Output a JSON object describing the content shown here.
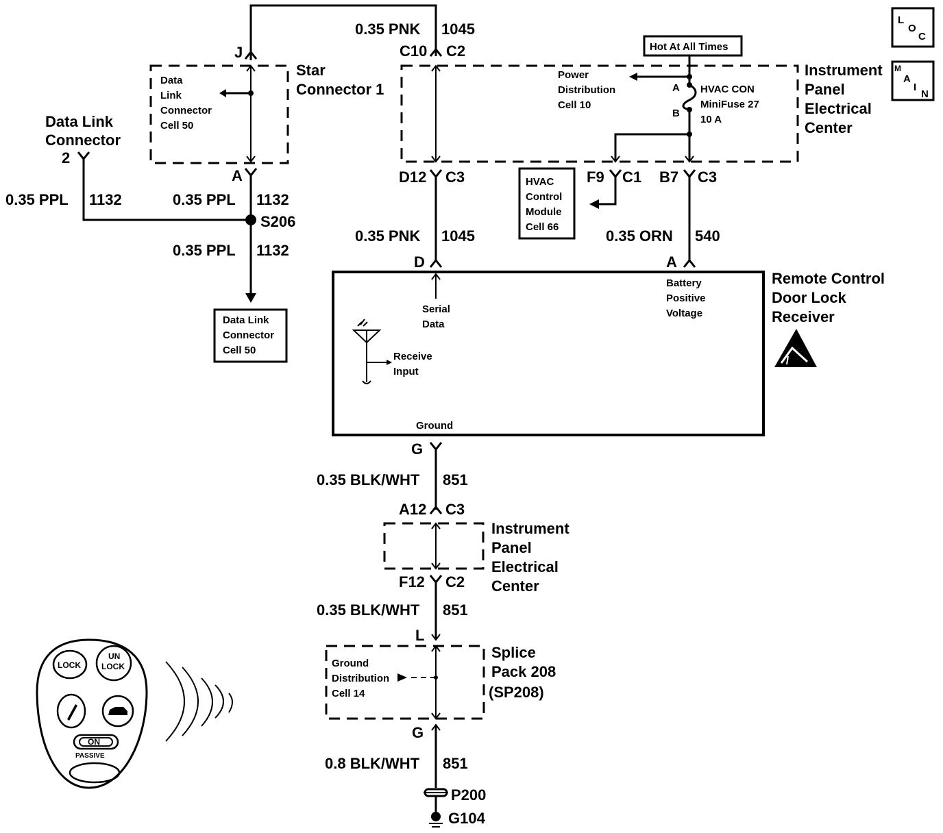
{
  "colors": {
    "ink": "#000000",
    "paper": "#ffffff"
  },
  "badges": {
    "loc": [
      "L",
      "O",
      "C"
    ],
    "main": [
      "M",
      "A",
      "I",
      "N"
    ]
  },
  "hot_label": "Hot At All Times",
  "star_connector": {
    "title": [
      "Star",
      "Connector 1"
    ],
    "inner": [
      "Data",
      "Link",
      "Connector",
      "Cell 50"
    ],
    "pin_top": "J",
    "pin_bottom": "A"
  },
  "dlc": {
    "title": [
      "Data Link",
      "Connector"
    ],
    "pin": "2",
    "wire_left": {
      "size_color": "0.35 PPL",
      "circuit": "1132"
    }
  },
  "splice_s206": {
    "name": "S206",
    "wire_above": {
      "size_color": "0.35 PPL",
      "circuit": "1132"
    },
    "wire_below": {
      "size_color": "0.35 PPL",
      "circuit": "1132"
    },
    "ref_box": [
      "Data Link",
      "Connector",
      "Cell 50"
    ]
  },
  "top_wire": {
    "size_color": "0.35 PNK",
    "circuit": "1045"
  },
  "ipec_top": {
    "title": [
      "Instrument",
      "Panel",
      "Electrical",
      "Center"
    ],
    "conn_in": {
      "pin": "C10",
      "conn": "C2"
    },
    "conn_out": {
      "pin": "D12",
      "conn": "C3"
    },
    "power_dist": [
      "Power",
      "Distribution",
      "Cell 10"
    ],
    "fuse": {
      "pin_a": "A",
      "pin_b": "B",
      "label": [
        "HVAC CON",
        "MiniFuse 27",
        "10 A"
      ]
    },
    "conn_f9": {
      "pin": "F9",
      "conn": "C1"
    },
    "conn_b7": {
      "pin": "B7",
      "conn": "C3"
    }
  },
  "hvac_ref": [
    "HVAC",
    "Control",
    "Module",
    "Cell 66"
  ],
  "wire_pnk_2": {
    "size_color": "0.35 PNK",
    "circuit": "1045"
  },
  "wire_orn": {
    "size_color": "0.35 ORN",
    "circuit": "540"
  },
  "receiver": {
    "title": [
      "Remote Control",
      "Door Lock",
      "Receiver"
    ],
    "pin_d": "D",
    "pin_a": "A",
    "pin_g": "G",
    "serial": [
      "Serial",
      "Data"
    ],
    "battery": [
      "Battery",
      "Positive",
      "Voltage"
    ],
    "receive": [
      "Receive",
      "Input"
    ],
    "ground": "Ground",
    "esd_icon": "esd-warning-icon"
  },
  "ground_path": {
    "wire1": {
      "size_color": "0.35 BLK/WHT",
      "circuit": "851"
    },
    "ipec_conn_in": {
      "pin": "A12",
      "conn": "C3"
    },
    "ipec_conn_out": {
      "pin": "F12",
      "conn": "C2"
    },
    "ipec_title": [
      "Instrument",
      "Panel",
      "Electrical",
      "Center"
    ],
    "wire2": {
      "size_color": "0.35 BLK/WHT",
      "circuit": "851"
    },
    "sp_pin_in": "L",
    "sp_title": [
      "Splice",
      "Pack 208",
      "(SP208)"
    ],
    "sp_inner": [
      "Ground",
      "Distribution",
      "Cell 14"
    ],
    "sp_pin_out": "G",
    "wire3": {
      "size_color": "0.8 BLK/WHT",
      "circuit": "851"
    },
    "passthrough": "P200",
    "ground": "G104"
  },
  "fob": {
    "btn_lock": "LOCK",
    "btn_unlock": [
      "UN",
      "LOCK"
    ],
    "btn_on": "ON",
    "passive": "PASSIVE"
  }
}
